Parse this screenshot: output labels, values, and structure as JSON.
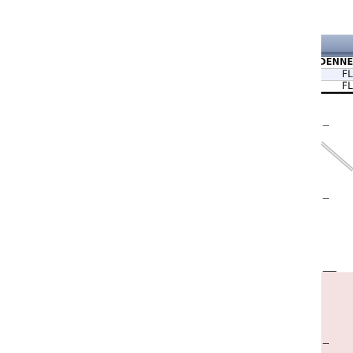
{
  "panel": {
    "name_row": "DENNEB",
    "flight_rows": [
      "FL",
      "FL"
    ]
  },
  "colors": {
    "header": "#8fa0be",
    "row_highlight": "#eef0fb",
    "alert_zone": "#f4e1e2"
  }
}
